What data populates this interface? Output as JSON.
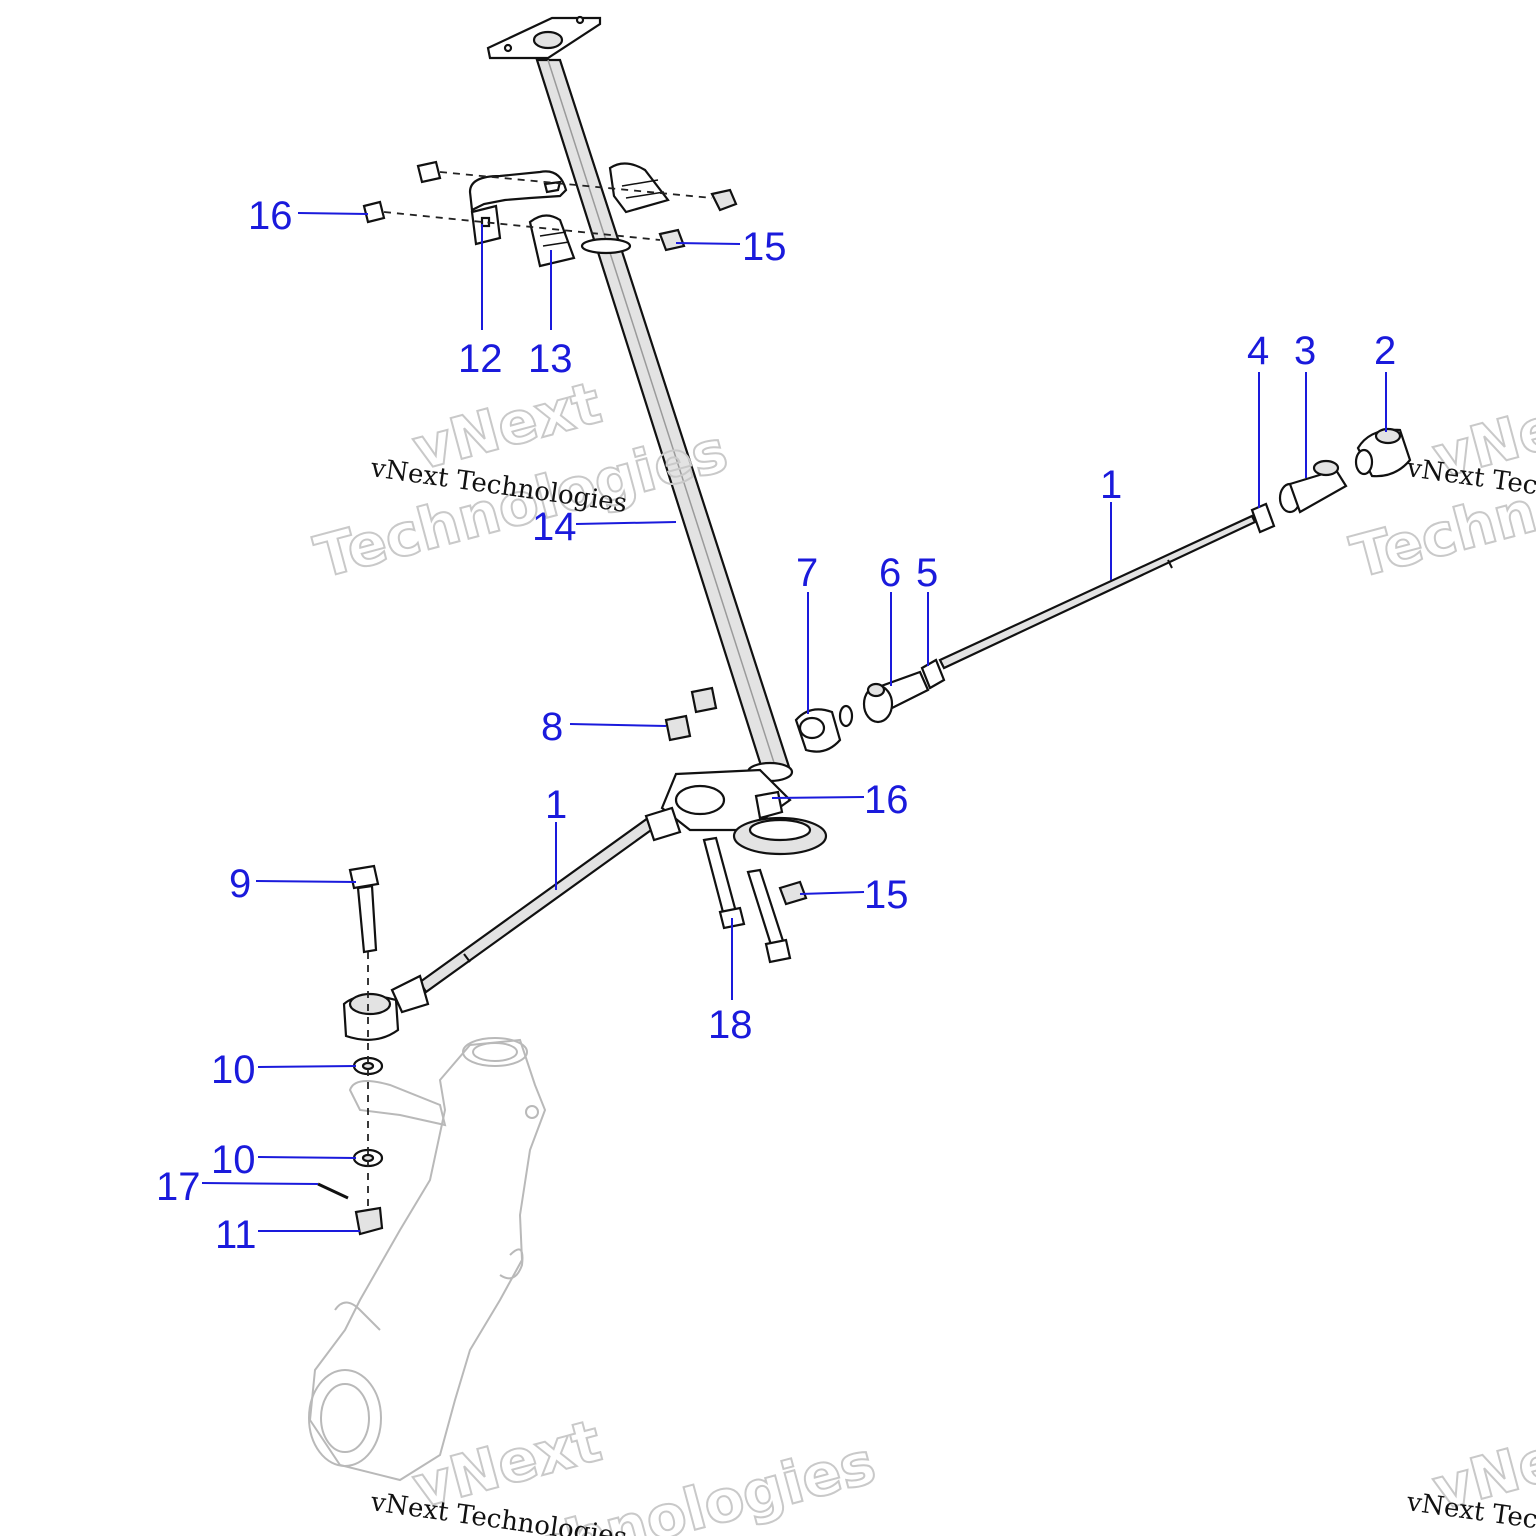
{
  "diagram": {
    "callouts": [
      {
        "id": "c1a",
        "label": "1"
      },
      {
        "id": "c1b",
        "label": "1"
      },
      {
        "id": "c2",
        "label": "2"
      },
      {
        "id": "c3",
        "label": "3"
      },
      {
        "id": "c4",
        "label": "4"
      },
      {
        "id": "c5",
        "label": "5"
      },
      {
        "id": "c6",
        "label": "6"
      },
      {
        "id": "c7",
        "label": "7"
      },
      {
        "id": "c8",
        "label": "8"
      },
      {
        "id": "c9",
        "label": "9"
      },
      {
        "id": "c10a",
        "label": "10"
      },
      {
        "id": "c10b",
        "label": "10"
      },
      {
        "id": "c11",
        "label": "11"
      },
      {
        "id": "c12",
        "label": "12"
      },
      {
        "id": "c13",
        "label": "13"
      },
      {
        "id": "c14",
        "label": "14"
      },
      {
        "id": "c15a",
        "label": "15"
      },
      {
        "id": "c15b",
        "label": "15"
      },
      {
        "id": "c16a",
        "label": "16"
      },
      {
        "id": "c16b",
        "label": "16"
      },
      {
        "id": "c17",
        "label": "17"
      },
      {
        "id": "c18",
        "label": "18"
      }
    ],
    "callout_color": "#1a1adc"
  },
  "watermark": {
    "mono_text": "vNext Technologies",
    "big_line1": "vNext",
    "big_line2": "Technologies"
  }
}
